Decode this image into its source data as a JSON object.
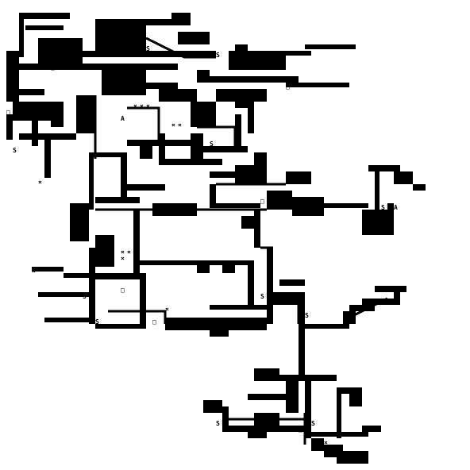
{
  "map": {
    "background": "#ffffff",
    "ink": "#000000",
    "grid_cells": 74,
    "legend": {
      "wall": "black-block",
      "corridor": "black-path",
      "door": "square-marker",
      "cross": "x-marker",
      "start": "S"
    },
    "markers": {
      "start_glyph": "S",
      "alt_glyph": "A",
      "cross_glyph": "×",
      "door_glyph": "□"
    }
  }
}
